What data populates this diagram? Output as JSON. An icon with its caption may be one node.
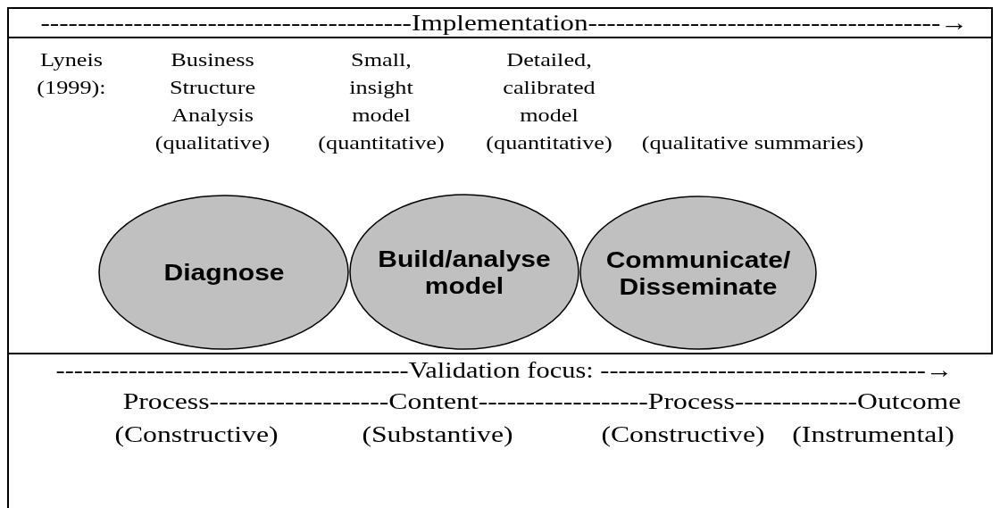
{
  "diagram": {
    "nodes": [
      {
        "text": [
          "Diagnose"
        ]
      },
      {
        "text": [
          "Build/analyse model"
        ]
      },
      {
        "text": [
          "Communicate/ Disseminate"
        ]
      }
    ],
    "labels": [
      "----------------------------------------Implementation--------------------------------------→",
      "Lyneis (1999):",
      "Business Structure Analysis (qualitative)",
      "Small, insight model (quantitative)",
      "Detailed, calibrated model (quantitative)",
      "(qualitative summaries)",
      "---------------------------------------Validation focus: ------------------------------------→",
      "Process-------------------Content------------------Process-------------Outcome",
      "(Constructive)",
      "(Substantive)",
      "(Constructive)",
      "(Instrumental)"
    ]
  }
}
